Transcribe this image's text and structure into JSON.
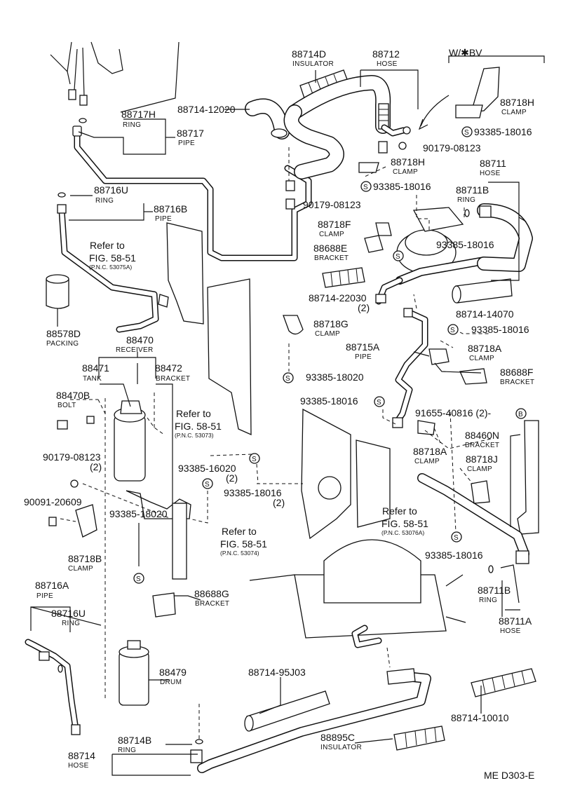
{
  "labels": {
    "wbv": "W/✱BV",
    "p88712": "88712",
    "n88712": "HOSE",
    "p88714D": "88714D",
    "n88714D": "INSULATOR",
    "p88714_12020": "88714-12020",
    "p88717H": "88717H",
    "n88717H": "RING",
    "p88717": "88717",
    "n88717": "PIPE",
    "p88718H_top": "88718H",
    "n88718H_top": "CLAMP",
    "s93385_18016_a": "93385-18016",
    "p90179_08123_a": "90179-08123",
    "p88718H": "88718H",
    "n88718H": "CLAMP",
    "s93385_18016_b": "93385-18016",
    "p88711": "88711",
    "n88711": "HOSE",
    "p88711B_top": "88711B",
    "n88711B_top": "RING",
    "p88716U": "88716U",
    "n88716U": "RING",
    "p88716B": "88716B",
    "n88716B": "PIPE",
    "p90179_08123_b": "90179-08123",
    "p88718F": "88718F",
    "n88718F": "CLAMP",
    "p88688E": "88688E",
    "n88688E": "BRACKET",
    "s93385_18016_c": "93385-18016",
    "p88714_22030": "88714-22030",
    "q88714_22030": "(2)",
    "p88714_14070": "88714-14070",
    "ref1a": "Refer to",
    "ref1b": "FIG. 58-51",
    "ref1c": "(P.N.C. 53075A)",
    "p88578D": "88578D",
    "n88578D": "PACKING",
    "p88718G": "88718G",
    "n88718G": "CLAMP",
    "s93385_18016_d": "93385-18016",
    "p88470": "88470",
    "n88470": "RECEIVER",
    "p88471": "88471",
    "n88471": "TANK",
    "p88472": "88472",
    "n88472": "BRACKET",
    "p88715A": "88715A",
    "n88715A": "PIPE",
    "p88718A_top": "88718A",
    "n88718A_top": "CLAMP",
    "p88688F": "88688F",
    "n88688F": "BRACKET",
    "s93385_18020_a": "93385-18020",
    "p88470B": "88470B",
    "n88470B": "BOLT",
    "ref2a": "Refer to",
    "ref2b": "FIG. 58-51",
    "ref2c": "(P.N.C. 53073)",
    "s93385_18016_e": "93385-18016",
    "p91655_40816": "91655-40816 (2)-",
    "p88460N": "88460N",
    "n88460N": "BRACKET",
    "p88718A": "88718A",
    "n88718A": "CLAMP",
    "p88718J": "88718J",
    "n88718J": "CLAMP",
    "p90179_08123_c": "90179-08123",
    "q90179_08123_c": "(2)",
    "s93385_16020": "93385-16020",
    "q93385_16020": "(2)",
    "s93385_18016_f": "93385-18016",
    "q93385_18016_f": "(2)",
    "p90091_20609": "90091-20609",
    "p88718B": "88718B",
    "n88718B": "CLAMP",
    "s93385_18020_b": "93385-18020",
    "ref3a": "Refer to",
    "ref3b": "FIG. 58-51",
    "ref3c": "(P.N.C. 53074)",
    "ref4a": "Refer to",
    "ref4b": "FIG. 58-51",
    "ref4c": "(P.N.C. 53076A)",
    "s93385_18016_g": "93385-18016",
    "p88711B": "88711B",
    "n88711B": "RING",
    "p88711A": "88711A",
    "n88711A": "HOSE",
    "p88716A": "88716A",
    "n88716A": "PIPE",
    "p88716U_b": "88716U",
    "n88716U_b": "RING",
    "p88688G": "88688G",
    "n88688G": "BRACKET",
    "p88479": "88479",
    "n88479": "DRUM",
    "p88714_95J03": "88714-95J03",
    "p88714_10010": "88714-10010",
    "p88895C": "88895C",
    "n88895C": "INSULATOR",
    "p88714B": "88714B",
    "n88714B": "RING",
    "p88714": "88714",
    "n88714": "HOSE",
    "footer": "ME  D303-E"
  },
  "symbols": {
    "screw": "S",
    "bolt": "B"
  }
}
